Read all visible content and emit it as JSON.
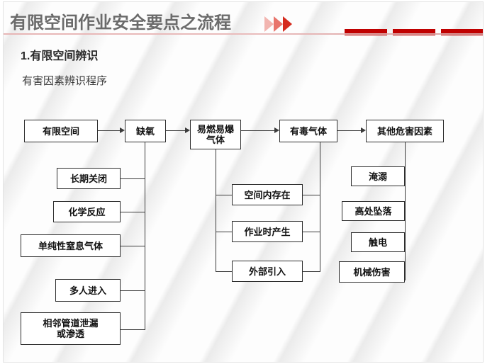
{
  "header": {
    "title": "有限空间作业安全要点之流程",
    "chevrons": [
      "chevron-light",
      "chevron-medium",
      "chevron-solid"
    ],
    "accent_color": "#c00000",
    "rule_color": "#e7b6b6",
    "blocks": 3
  },
  "section": {
    "number_title": "1.有限空间辨识",
    "subtitle": "有害因素辨识程序"
  },
  "flow": {
    "top_row": [
      {
        "id": "confined-space",
        "label": "有限空间"
      },
      {
        "id": "oxygen-deficiency",
        "label": "缺氧"
      },
      {
        "id": "flammable-explosive-gas",
        "label": "易燃易爆\n气体"
      },
      {
        "id": "toxic-gas",
        "label": "有毒气体"
      },
      {
        "id": "other-hazards",
        "label": "其他危害因素"
      }
    ],
    "oxygen_causes": [
      {
        "id": "long-term-closure",
        "label": "长期关闭"
      },
      {
        "id": "chemical-reaction",
        "label": "化学反应"
      },
      {
        "id": "simple-asphyxiant-gas",
        "label": "单纯性窒息气体"
      },
      {
        "id": "multiple-people-entry",
        "label": "多人进入"
      },
      {
        "id": "adjacent-pipe-leak",
        "label": "相邻管道泄漏\n或渗透"
      }
    ],
    "gas_sources": [
      {
        "id": "existing-in-space",
        "label": "空间内存在"
      },
      {
        "id": "generated-during-work",
        "label": "作业时产生"
      },
      {
        "id": "introduced-externally",
        "label": "外部引入"
      }
    ],
    "other_hazard_items": [
      {
        "id": "drowning",
        "label": "淹溺"
      },
      {
        "id": "fall-from-height",
        "label": "高处坠落"
      },
      {
        "id": "electric-shock",
        "label": "触电"
      },
      {
        "id": "mechanical-injury",
        "label": "机械伤害"
      }
    ]
  }
}
